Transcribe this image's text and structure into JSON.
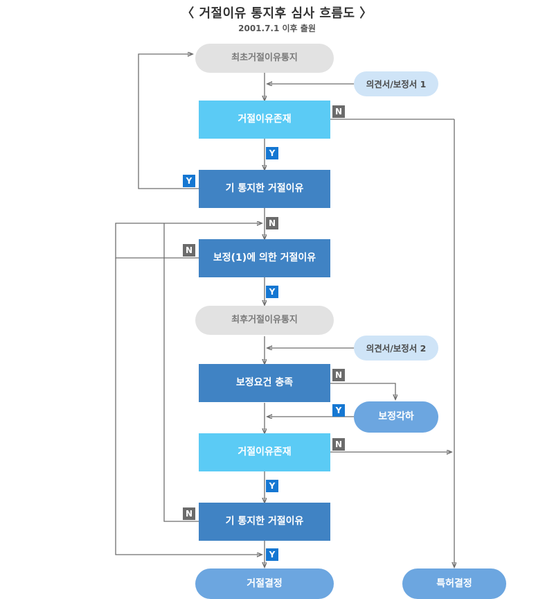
{
  "header": {
    "title": "〈 거절이유 통지후 심사 흐름도 〉",
    "subtitle": "2001.7.1 이후 출원"
  },
  "colors": {
    "gray_node": "#e2e2e2",
    "light_blue_node": "#5bcbf5",
    "blue_node": "#4083c4",
    "pale_blue_node": "#cfe4f7",
    "round_blue_node": "#6ca6e0",
    "yes_label": "#1577d2",
    "no_label": "#6b6b6b",
    "edge": "#6d6d6d"
  },
  "nodes": [
    {
      "id": "first-notice",
      "label": "최초거절이유통지",
      "shape": "rounded",
      "style": "gray"
    },
    {
      "id": "opinion-1",
      "label": "의견서/보정서 1",
      "shape": "rounded",
      "style": "pale"
    },
    {
      "id": "reason-exists-1",
      "label": "거절이유존재",
      "shape": "rect",
      "style": "lightblue"
    },
    {
      "id": "already-notified-1",
      "label": "기 통지한 거절이유",
      "shape": "rect",
      "style": "blue"
    },
    {
      "id": "amend-reason",
      "label": "보정(1)에 의한 거절이유",
      "shape": "rect",
      "style": "blue"
    },
    {
      "id": "final-notice",
      "label": "최후거절이유통지",
      "shape": "rounded",
      "style": "gray"
    },
    {
      "id": "opinion-2",
      "label": "의견서/보정서 2",
      "shape": "rounded",
      "style": "pale"
    },
    {
      "id": "amend-requirement",
      "label": "보정요건 충족",
      "shape": "rect",
      "style": "blue"
    },
    {
      "id": "amend-dismissal",
      "label": "보정각하",
      "shape": "rounded",
      "style": "roundblue"
    },
    {
      "id": "reason-exists-2",
      "label": "거절이유존재",
      "shape": "rect",
      "style": "lightblue"
    },
    {
      "id": "already-notified-2",
      "label": "기 통지한 거절이유",
      "shape": "rect",
      "style": "blue"
    },
    {
      "id": "rejection-decision",
      "label": "거절결정",
      "shape": "rounded",
      "style": "roundblue"
    },
    {
      "id": "patent-decision",
      "label": "특허결정",
      "shape": "rounded",
      "style": "roundblue"
    }
  ],
  "edge_labels": [
    {
      "id": "n-reason-exists-1",
      "text": "N",
      "kind": "no"
    },
    {
      "id": "y-reason-exists-1",
      "text": "Y",
      "kind": "yes"
    },
    {
      "id": "y-already-notified-1",
      "text": "Y",
      "kind": "yes"
    },
    {
      "id": "n-already-notified-1",
      "text": "N",
      "kind": "no"
    },
    {
      "id": "n-amend-reason",
      "text": "N",
      "kind": "no"
    },
    {
      "id": "y-amend-reason",
      "text": "Y",
      "kind": "yes"
    },
    {
      "id": "n-amend-requirement",
      "text": "N",
      "kind": "no"
    },
    {
      "id": "y-amend-requirement",
      "text": "Y",
      "kind": "yes"
    },
    {
      "id": "n-reason-exists-2",
      "text": "N",
      "kind": "no"
    },
    {
      "id": "y-reason-exists-2",
      "text": "Y",
      "kind": "yes"
    },
    {
      "id": "n-already-notified-2",
      "text": "N",
      "kind": "no"
    },
    {
      "id": "y-already-notified-2",
      "text": "Y",
      "kind": "yes"
    }
  ]
}
